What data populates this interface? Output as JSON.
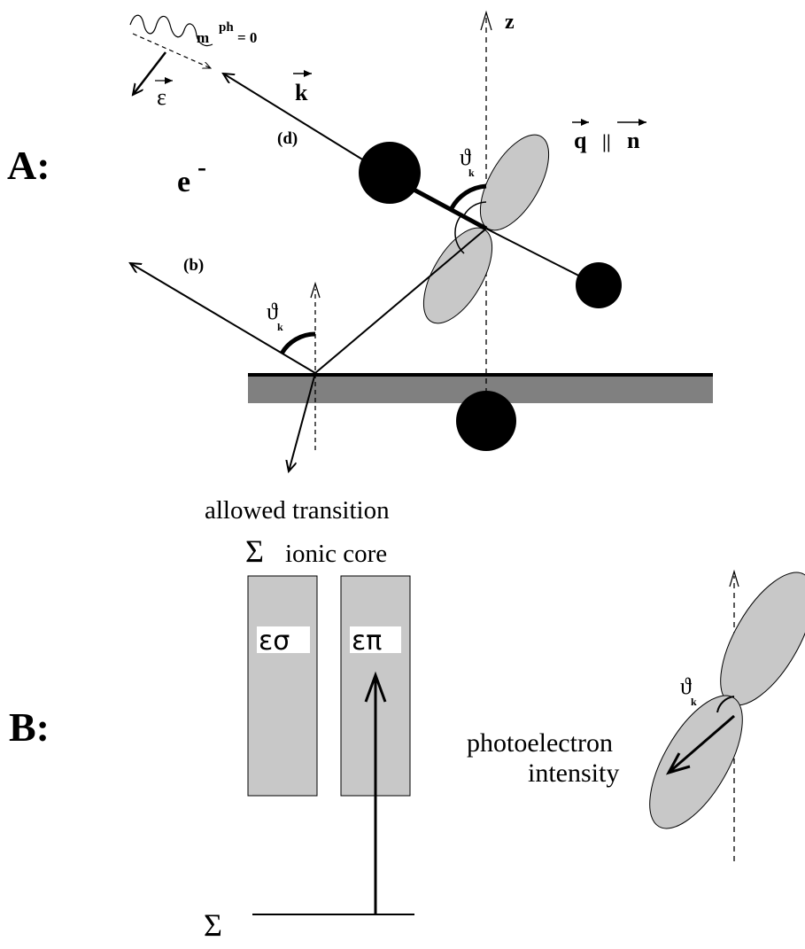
{
  "panel_a": {
    "label": "A:",
    "photon_m_label": "m",
    "photon_m_superscript": "ph",
    "photon_m_value": "= 0",
    "polarization_symbol": "ε",
    "k_label": "k",
    "z_label": "z",
    "path_d_label": "(d)",
    "path_b_label": "(b)",
    "electron_label": "e",
    "electron_charge": "-",
    "q_label": "q",
    "parallel_symbol": "||",
    "n_label": "n",
    "theta_symbol": "ϑ",
    "theta_subscript": "k",
    "transition_label": "allowed transition"
  },
  "panel_b": {
    "label": "B:",
    "sigma_symbol": "Σ",
    "core_label": "ionic core",
    "box_sigma_label": "εσ",
    "box_pi_label": "επ",
    "ground_sigma_label": "Σ",
    "intensity_label_line1": "photoelectron",
    "intensity_label_line2": "intensity",
    "theta_symbol": "ϑ",
    "theta_subscript": "k"
  },
  "colors": {
    "lobe_fill": "#c8c8c8",
    "substrate_fill": "#808080",
    "box_fill": "#c8c8c8",
    "ink": "#000000"
  }
}
